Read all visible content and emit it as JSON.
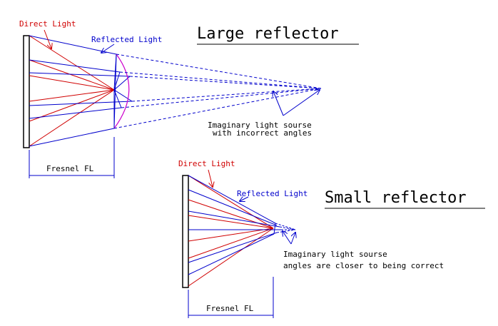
{
  "large_reflector": {
    "title": "Large reflector",
    "direct_light_label": "Direct Light",
    "reflected_light_label": "Reflected Light",
    "imaginary_line1": "Imaginary light sourse",
    "imaginary_line2": "with incorrect angles",
    "fresnel_label": "Fresnel FL"
  },
  "small_reflector": {
    "title": "Small reflector",
    "direct_light_label": "Direct Light",
    "reflected_light_label": "Reflected Light",
    "imaginary_line1": "Imaginary light sourse",
    "imaginary_line2": "angles are closer to being correct",
    "fresnel_label": "Fresnel FL"
  },
  "colors": {
    "direct": "#d00000",
    "reflected": "#0000cc",
    "reflector": "#cc00cc",
    "frame": "#000000"
  }
}
